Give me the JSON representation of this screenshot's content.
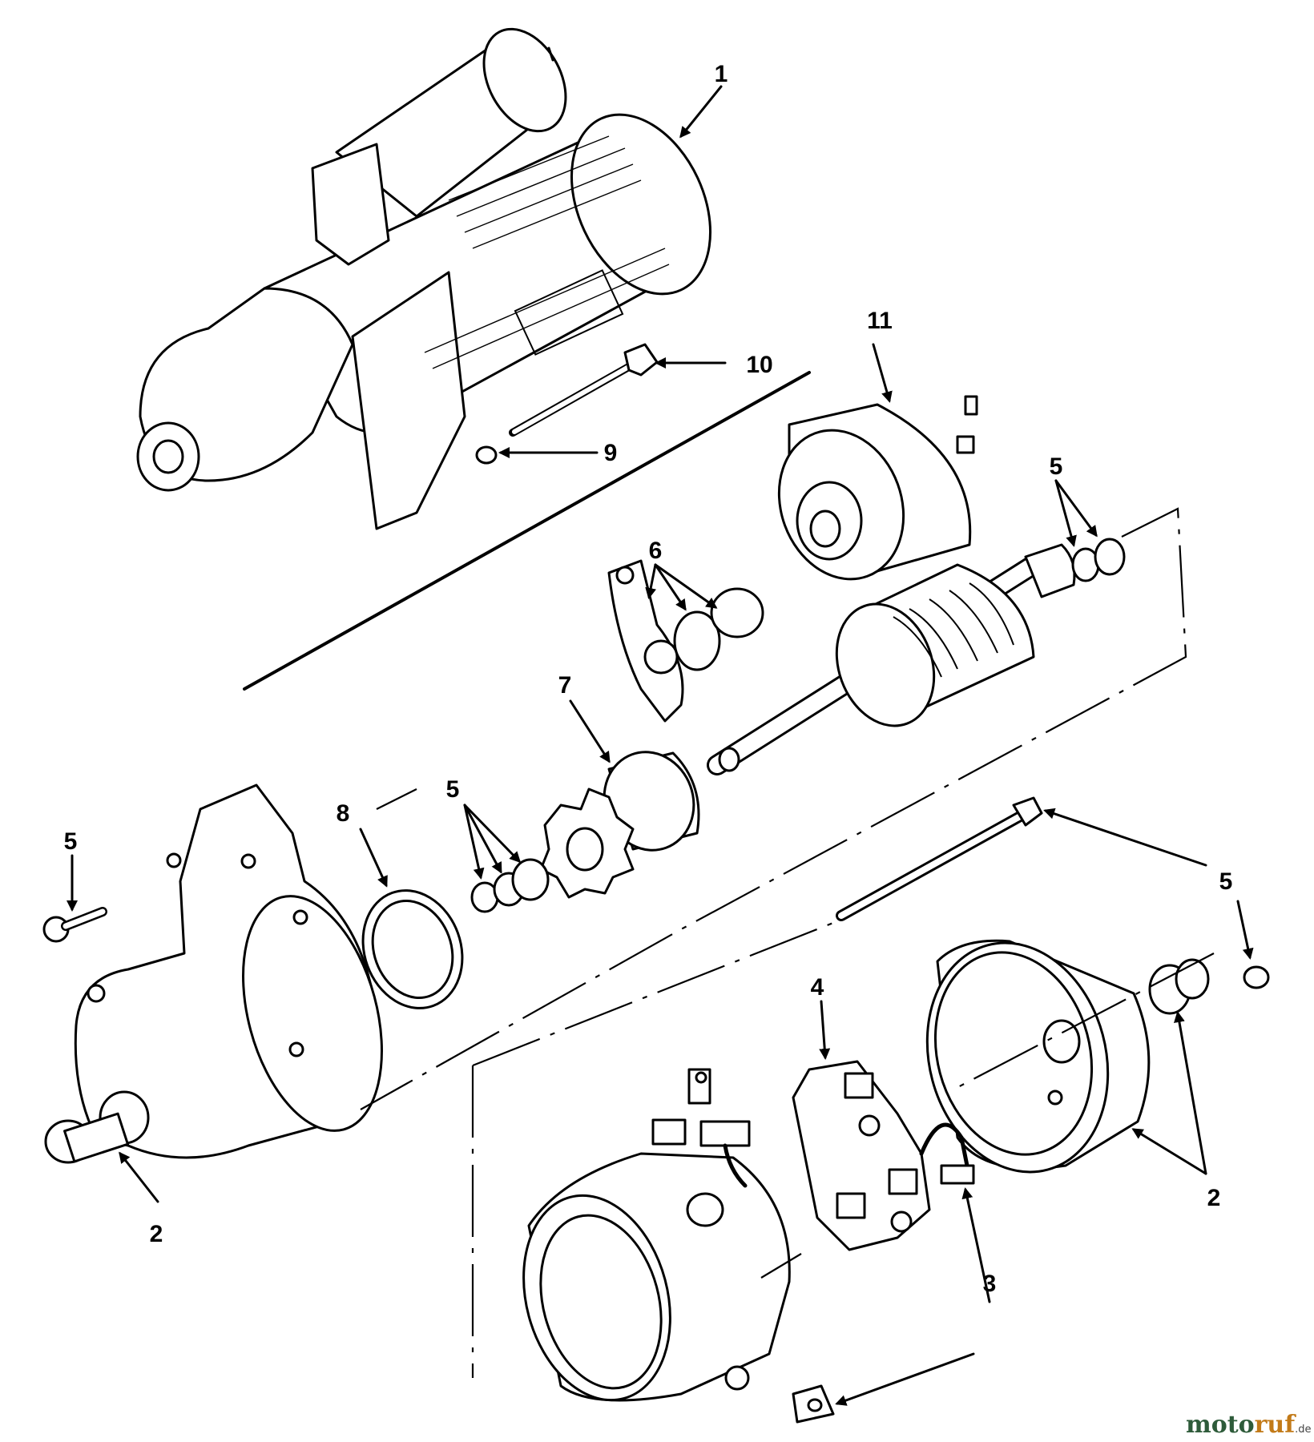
{
  "callouts": [
    {
      "id": "c1",
      "label": "1"
    },
    {
      "id": "c2a",
      "label": "2"
    },
    {
      "id": "c2b",
      "label": "2"
    },
    {
      "id": "c3",
      "label": "3"
    },
    {
      "id": "c4",
      "label": "4"
    },
    {
      "id": "c5a",
      "label": "5"
    },
    {
      "id": "c5b",
      "label": "5"
    },
    {
      "id": "c5c",
      "label": "5"
    },
    {
      "id": "c5d",
      "label": "5"
    },
    {
      "id": "c6",
      "label": "6"
    },
    {
      "id": "c7",
      "label": "7"
    },
    {
      "id": "c8",
      "label": "8"
    },
    {
      "id": "c9",
      "label": "9"
    },
    {
      "id": "c10",
      "label": "10"
    },
    {
      "id": "c11",
      "label": "11"
    }
  ],
  "watermark": {
    "part1": "moto",
    "part2": "ruf",
    "suffix": ".de"
  }
}
